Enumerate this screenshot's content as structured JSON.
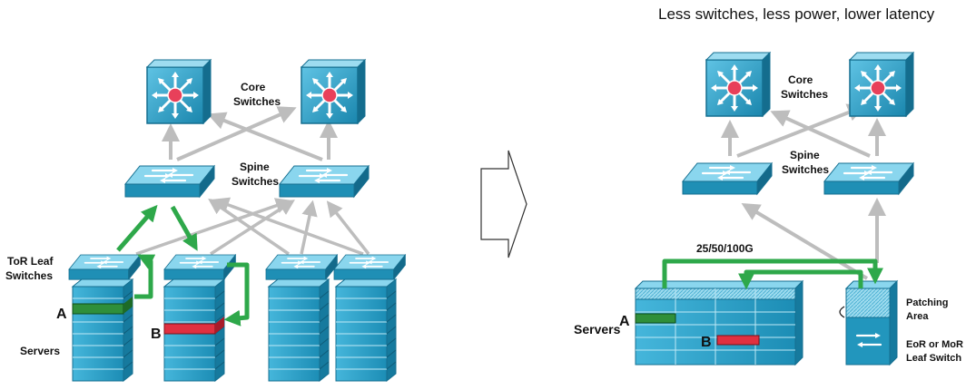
{
  "left": {
    "core_label_1": "Core",
    "core_label_2": "Switches",
    "spine_label_1": "Spine",
    "spine_label_2": "Switches",
    "tor_label_1": "ToR Leaf",
    "tor_label_2": "Switches",
    "servers_label": "Servers",
    "marker_a": "A",
    "marker_b": "B"
  },
  "right": {
    "title": "Less switches, less power, lower latency",
    "core_label_1": "Core",
    "core_label_2": "Switches",
    "spine_label_1": "Spine",
    "spine_label_2": "Switches",
    "link_speed": "25/50/100G",
    "patching_1": "Patching",
    "patching_2": "Area",
    "leaf_1": "EoR or MoR",
    "leaf_2": "Leaf Switch",
    "servers_label": "Servers",
    "marker_a": "A",
    "marker_b": "B"
  },
  "colors": {
    "switch_front": "#1f8fb5",
    "switch_top": "#7fd0ea",
    "rack_body": "#2aa3c9",
    "path_green": "#2ea84a",
    "link_gray": "#bdbdbd",
    "server_a": "#2f8f3a",
    "server_b": "#e03040",
    "core_center": "#e8405a"
  }
}
